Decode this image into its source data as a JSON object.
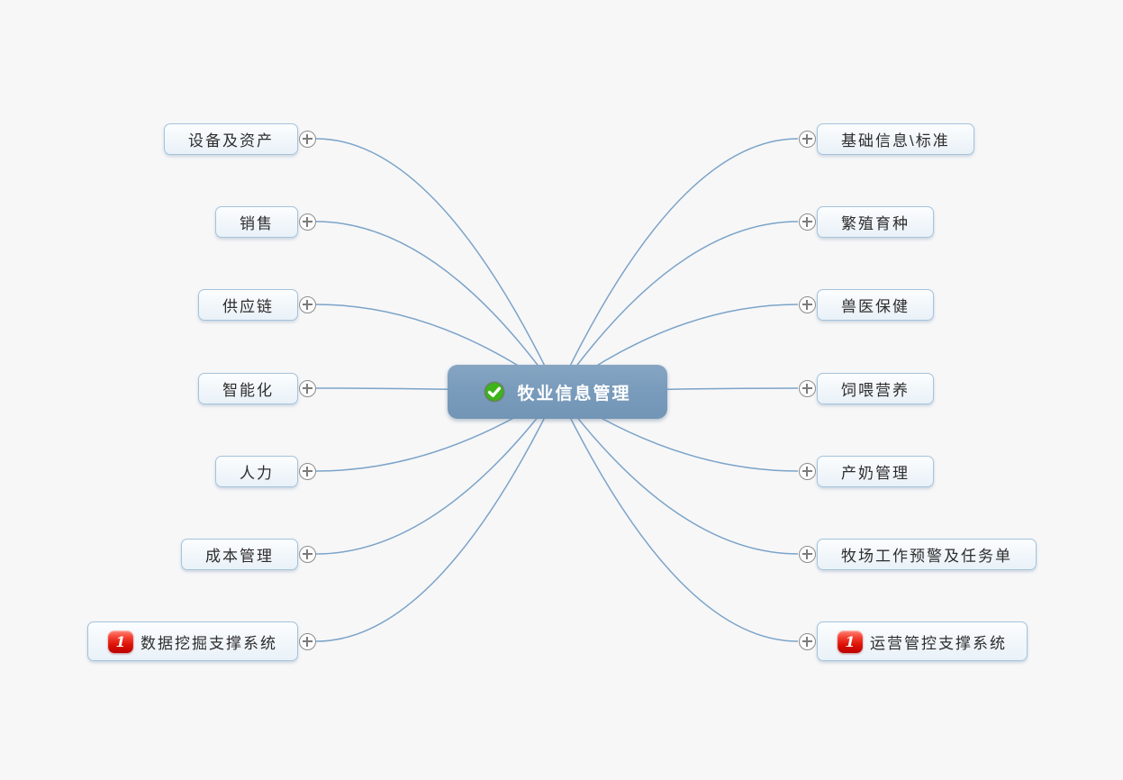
{
  "root": {
    "label": "牧业信息管理",
    "badge_icon": "green-check",
    "fill_color": "#7a9cbc",
    "text_color": "#ffffff"
  },
  "branches": {
    "left": [
      {
        "label": "设备及资产"
      },
      {
        "label": "销售"
      },
      {
        "label": "供应链"
      },
      {
        "label": "智能化"
      },
      {
        "label": "人力"
      },
      {
        "label": "成本管理"
      },
      {
        "label": "数据挖掘支撑系统",
        "priority": "1"
      }
    ],
    "right": [
      {
        "label": "基础信息\\标准"
      },
      {
        "label": "繁殖育种"
      },
      {
        "label": "兽医保健"
      },
      {
        "label": "饲喂营养"
      },
      {
        "label": "产奶管理"
      },
      {
        "label": "牧场工作预警及任务单"
      },
      {
        "label": "运营管控支撑系统",
        "priority": "1"
      }
    ]
  },
  "icons": {
    "expand": "plus-circle",
    "root_badge": "check-mark",
    "priority_badge": "red-number-1"
  },
  "colors": {
    "background": "#f7f7f8",
    "connection_line": "#7ba3c8",
    "child_border": "#a4c3dc",
    "child_fill": "#f1f6fa",
    "child_text": "#2d2d2d",
    "check_green": "#3db41a",
    "priority_red": "#dd1407"
  }
}
